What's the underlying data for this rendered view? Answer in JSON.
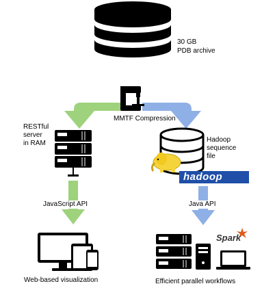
{
  "archive": {
    "line1": "30 GB",
    "line2": "PDB archive"
  },
  "compression": {
    "label": "MMTF Compression"
  },
  "left": {
    "server_line1": "RESTful",
    "server_line2": "server",
    "server_line3": "in RAM",
    "api_label": "JavaScript API",
    "bottom_label": "Web-based visualization"
  },
  "right": {
    "hadoop_line1": "Hadoop",
    "hadoop_line2": "sequence",
    "hadoop_line3": "file",
    "hadoop_logo_text": "hadoop",
    "api_label": "Java API",
    "spark_logo_text": "Spark",
    "bottom_label": "Efficient parallel workflows"
  },
  "colors": {
    "left_arrow": "#9ED27C",
    "right_arrow": "#8FB0E6",
    "icon_dark": "#000000",
    "hadoop_blue": "#1F4FA8",
    "hadoop_elephant": "#F5D33B",
    "spark_star": "#E25A1C"
  }
}
